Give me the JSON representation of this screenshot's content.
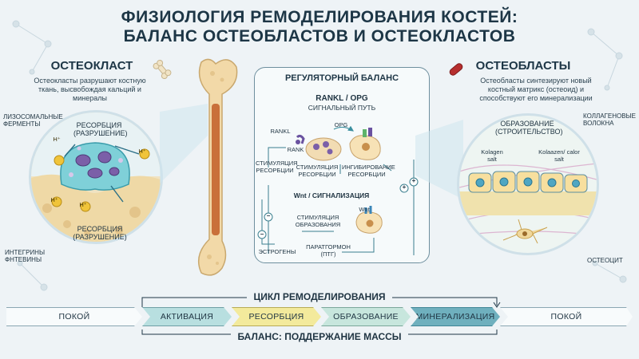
{
  "title": {
    "line1": "ФИЗИОЛОГИЯ РЕМОДЕЛИРОВАНИЯ КОСТЕЙ:",
    "line2": "БАЛАНС ОСТЕОБЛАСТОВ И ОСТЕОКЛАСТОВ"
  },
  "osteoclast": {
    "heading": "ОСТЕОКЛАСТ",
    "description": "Остеокласты разрушают костную ткань, высвобождая кальций и минералы",
    "label_enzymes": "ЛИЗОСОМАЛЬНЫЕ ФЕРМЕНТЫ",
    "label_resorption_top": "РЕСОРБЦИЯ (РАЗРУШЕНИЕ)",
    "label_resorption_bottom": "РЕСОРБЦИЯ (РАЗРУШЕНИЕ)",
    "label_integrins": "ИНТЕГРИНЫ ФНТЕВИНЫ",
    "ion": "H⁺"
  },
  "osteoblast": {
    "heading": "ОСТЕОБЛАСТЫ",
    "description": "Остеобласты синтезируют новый костный матрикс (остеоид) и способствуют его минерализации",
    "label_formation": "ОБРАЗОВАНИЕ (СТРОИТЕЛЬСТВО)",
    "label_collagen": "КОЛЛАГЕНОВЫЕ ВОЛОКНА",
    "label_kolagen_salt": "Kolagen salt",
    "label_kolaazen": "Kolaazen/ calor salt",
    "label_osteocyte": "ОСТЕОЦИТ"
  },
  "regulatory": {
    "heading": "РЕГУЛЯТОРНЫЙ БАЛАНС",
    "rankl_title": "RANKL / OPG",
    "rankl_subtitle": "СИГНАЛЬНЫЙ ПУТЬ",
    "rankl": "RANKL",
    "rank": "RANK",
    "opg": "OPG",
    "stim_resorption_left": "СТИМУЛЯЦИЯ РЕСОРБЦИИ",
    "stim_resorption_mid": "СТИМУЛЯЦИЯ РЕСОРБЦИИ",
    "inhib_resorption": "ИНГИБИРОВАНИЕ РЕСОРБЦИИ",
    "wnt_title": "Wnt / СИГНАЛИЗАЦИЯ",
    "wnt": "Wnt",
    "stim_formation": "СТИМУЛЯЦИЯ ОБРАЗОВАНИЯ",
    "estrogens": "ЭСТРОГЕНЫ",
    "pth": "ПАРАТГОРМОН (ПТГ)",
    "plus": "+",
    "minus": "−"
  },
  "cycle": {
    "top_label": "ЦИКЛ РЕМОДЕЛИРОВАНИЯ",
    "bottom_label": "БАЛАНС: ПОДДЕРЖАНИЕ МАССЫ",
    "steps": [
      "ПОКОЙ",
      "АКТИВАЦИЯ",
      "РЕСОРБЦИЯ",
      "ОБРАЗОВАНИЕ",
      "МИНЕРАЛИЗАЦИЯ",
      "ПОКОЙ"
    ]
  },
  "colors": {
    "accent": "#2a8fa6",
    "osteoclast_cell": "#7fd0d8",
    "bone": "#f2d9a8",
    "marrow": "#c9703a",
    "step_activation": "#b8dfe0",
    "step_resorption": "#f3ea9c",
    "step_formation": "#c7e6dd",
    "step_mineralization": "#6fb0be"
  }
}
